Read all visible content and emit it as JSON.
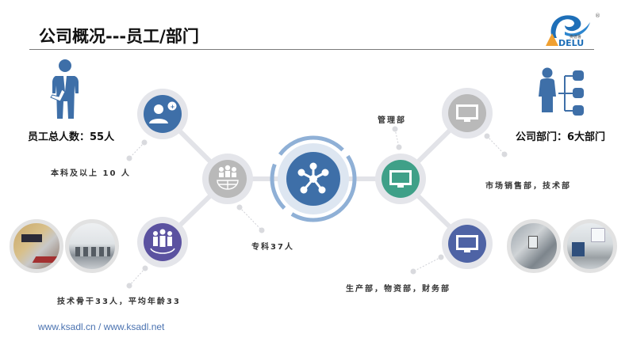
{
  "header": {
    "title": "公司概况---员工/部门",
    "logo": {
      "brand": "ADELU",
      "cn": "奥德鲁",
      "registered": "®"
    }
  },
  "left_panel": {
    "icon": "businessman-icon",
    "total_label": "员工总人数：55人"
  },
  "right_panel": {
    "icon": "org-structure-icon",
    "dept_label": "公司部门：6大部门"
  },
  "nodes": {
    "center": {
      "icon": "network-hub-icon",
      "color": "#3e6fa8"
    },
    "consult": {
      "icon": "person-chat-icon",
      "color": "#3e6fa8"
    },
    "global": {
      "icon": "global-team-icon",
      "color": "#b9b9b9"
    },
    "team": {
      "icon": "team-icon",
      "color": "#5b52a0"
    },
    "mgmt": {
      "icon": "monitor-icon",
      "color": "#3fa088"
    },
    "sales": {
      "icon": "monitor-icon",
      "color": "#b9b9b9"
    },
    "production": {
      "icon": "monitor-icon",
      "color": "#4e63a5"
    }
  },
  "labels": {
    "bachelor": "本科及以上  10 人",
    "college": "专科37人",
    "backbone": "技术骨干33人，平均年龄33",
    "mgmt": "管理部",
    "sales": "市场销售部，技术部",
    "production": "生产部，物资部，财务部"
  },
  "photos": {
    "left": [
      "office-reception-photo",
      "office-workstations-photo"
    ],
    "right": [
      "factory-machinery-photo",
      "factory-floor-photo"
    ]
  },
  "footer": {
    "url": "www.ksadl.cn / www.ksadl.net"
  },
  "colors": {
    "accent_blue": "#3e6fa8",
    "ring_gray": "#e4e5ea",
    "line_gray": "#e2e3e8"
  }
}
